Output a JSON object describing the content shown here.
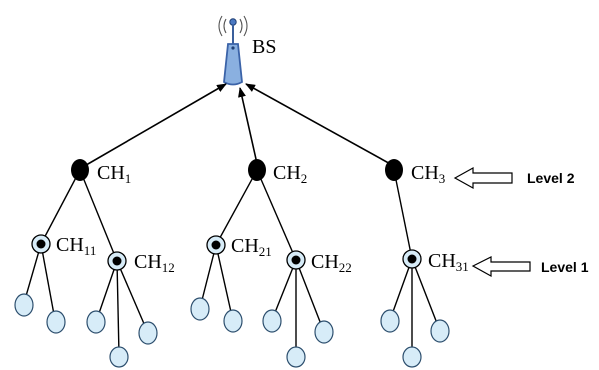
{
  "base_station": {
    "label": "BS"
  },
  "cluster_heads": [
    {
      "main": "CH",
      "sub": "1"
    },
    {
      "main": "CH",
      "sub": "2"
    },
    {
      "main": "CH",
      "sub": "3"
    }
  ],
  "sub_cluster_heads": [
    {
      "main": "CH",
      "sub": "11"
    },
    {
      "main": "CH",
      "sub": "12"
    },
    {
      "main": "CH",
      "sub": "21"
    },
    {
      "main": "CH",
      "sub": "22"
    },
    {
      "main": "CH",
      "sub": "31"
    }
  ],
  "levels": {
    "level2": "Level 2",
    "level1": "Level 1"
  },
  "icons": {
    "base_station": "antenna-tower-icon",
    "level_pointer": "left-arrow-icon"
  },
  "colors": {
    "node_fill": "#d7ecf8",
    "tower": "#4a78c2",
    "edge": "#000000"
  }
}
